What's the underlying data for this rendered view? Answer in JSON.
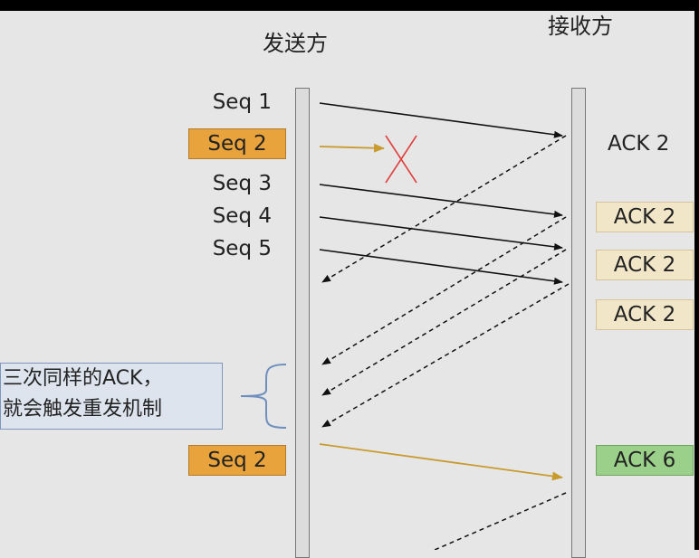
{
  "headings": {
    "sender": "发送方",
    "receiver": "接收方"
  },
  "sender_segments": [
    {
      "label": "Seq 1",
      "highlighted": false
    },
    {
      "label": "Seq 2",
      "highlighted": true
    },
    {
      "label": "Seq 3",
      "highlighted": false
    },
    {
      "label": "Seq 4",
      "highlighted": false
    },
    {
      "label": "Seq 5",
      "highlighted": false
    },
    {
      "label": "Seq 2",
      "highlighted": true
    }
  ],
  "receiver_acks": [
    {
      "label": "ACK 2",
      "style": "plain"
    },
    {
      "label": "ACK 2",
      "style": "boxed"
    },
    {
      "label": "ACK 2",
      "style": "boxed"
    },
    {
      "label": "ACK 2",
      "style": "boxed"
    },
    {
      "label": "ACK 6",
      "style": "green"
    }
  ],
  "note": {
    "line1": "三次同样的ACK，",
    "line2": "就会触发重发机制"
  },
  "colors": {
    "seq_highlight": "#e8a33c",
    "ack_box": "#f2e6c9",
    "ack_green": "#9bd08a",
    "loss_mark": "#e04040",
    "note_border": "#7e96b8"
  }
}
